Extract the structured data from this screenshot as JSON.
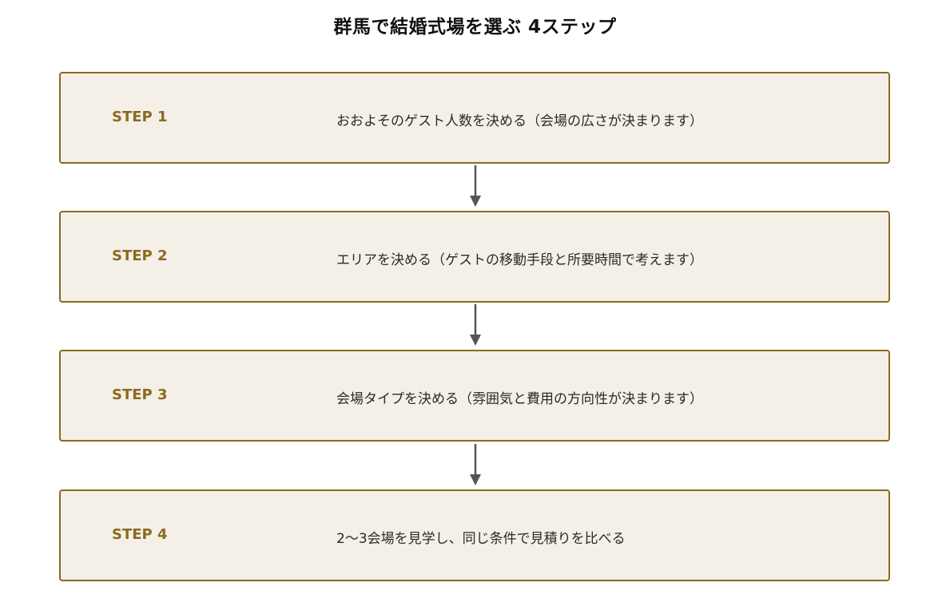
{
  "title": "群馬で結婚式場を選ぶ 4ステップ",
  "steps": [
    {
      "label": "STEP 1",
      "text": "おおよそのゲスト人数を決める（会場の広さが決まります）"
    },
    {
      "label": "STEP 2",
      "text": "エリアを決める（ゲストの移動手段と所要時間で考えます）"
    },
    {
      "label": "STEP 3",
      "text": "会場タイプを決める（雰囲気と費用の方向性が決まります）"
    },
    {
      "label": "STEP 4",
      "text": "2〜3会場を見学し、同じ条件で見積りを比べる"
    }
  ],
  "colors": {
    "accent": "#8b6a1f",
    "box_fill": "#f4f0e8",
    "arrow": "#555555"
  }
}
